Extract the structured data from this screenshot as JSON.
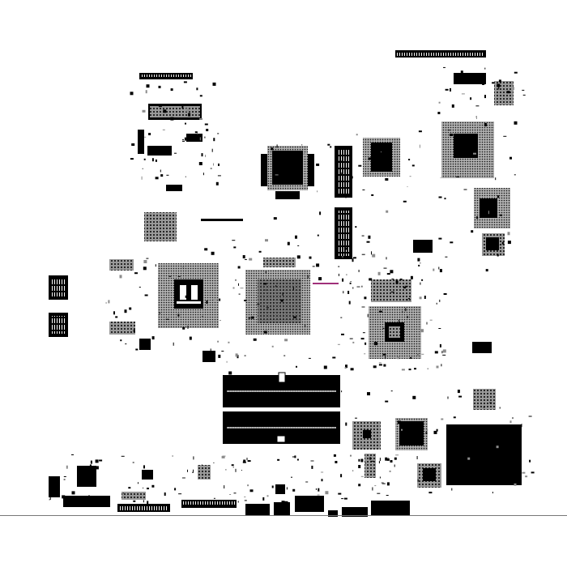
{
  "image": {
    "kind": "pcb-component-placement-layout",
    "colors": {
      "background": "#ffffff",
      "ink": "#000000",
      "pad_gray": "#8c8c8c",
      "trace_magenta": "#a0307a",
      "divider": "#777777"
    },
    "components": [
      {
        "name": "top-connector-strip",
        "type": "connector"
      },
      {
        "name": "top-left-header-strip",
        "type": "connector"
      },
      {
        "name": "upper-left-ic-array",
        "type": "ic"
      },
      {
        "name": "upper-center-qfp-chip",
        "type": "ic"
      },
      {
        "name": "upper-center-vertical-memory-chip-1",
        "type": "ic"
      },
      {
        "name": "upper-center-vertical-memory-chip-2",
        "type": "ic"
      },
      {
        "name": "upper-right-sodimm-like-chip",
        "type": "ic"
      },
      {
        "name": "left-bga-cpu",
        "type": "bga"
      },
      {
        "name": "center-bga-northbridge",
        "type": "bga"
      },
      {
        "name": "right-bga-southbridge",
        "type": "bga"
      },
      {
        "name": "left-connector-upper",
        "type": "connector"
      },
      {
        "name": "left-connector-lower",
        "type": "connector"
      },
      {
        "name": "dimm-slot-upper",
        "type": "slot"
      },
      {
        "name": "dimm-slot-lower",
        "type": "slot"
      },
      {
        "name": "lower-right-large-chip",
        "type": "ic"
      },
      {
        "name": "lower-center-qfp-chip",
        "type": "ic"
      },
      {
        "name": "bottom-edge-connectors",
        "type": "connector"
      },
      {
        "name": "right-column-small-parts",
        "type": "passives"
      }
    ]
  }
}
